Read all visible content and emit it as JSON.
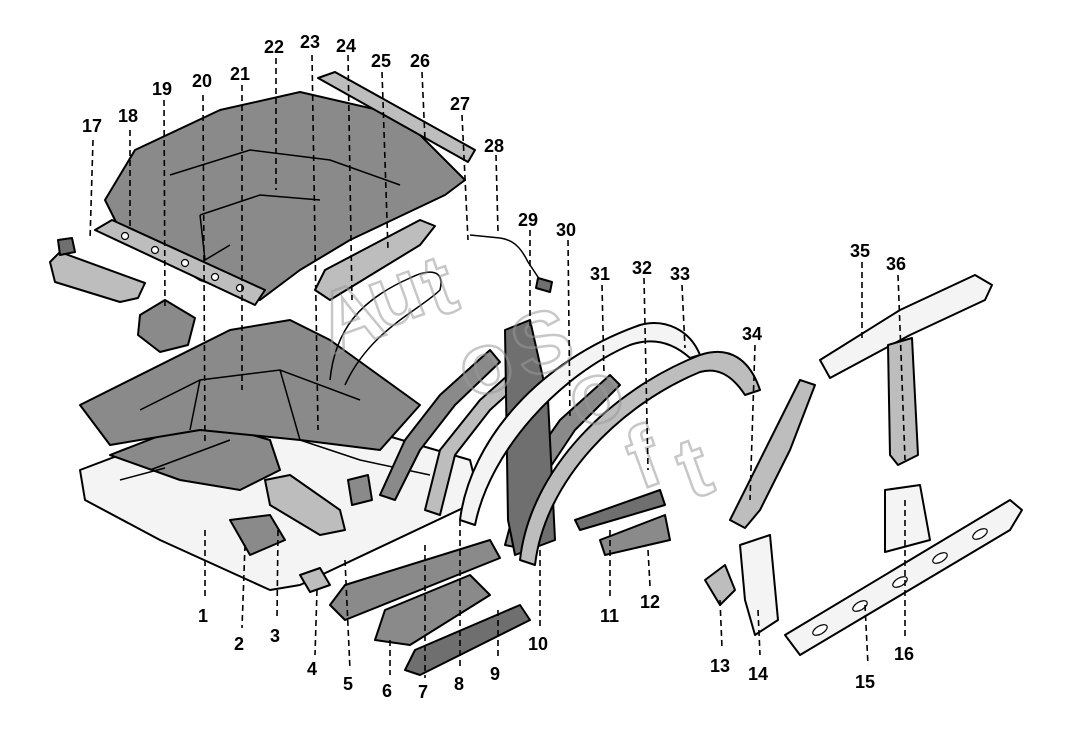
{
  "watermark": {
    "parts": [
      "A",
      "u",
      "t",
      "o",
      "S",
      "o",
      "f",
      "t"
    ]
  },
  "callouts": [
    "1",
    "2",
    "3",
    "4",
    "5",
    "6",
    "7",
    "8",
    "9",
    "10",
    "11",
    "12",
    "13",
    "14",
    "15",
    "16",
    "17",
    "18",
    "19",
    "20",
    "21",
    "22",
    "23",
    "24",
    "25",
    "26",
    "27",
    "28",
    "29",
    "30",
    "31",
    "32",
    "33",
    "34",
    "35",
    "36"
  ],
  "colors": {
    "part_fill": "#8a8a8a",
    "line": "#000000",
    "watermark": "#9a9a9a"
  }
}
